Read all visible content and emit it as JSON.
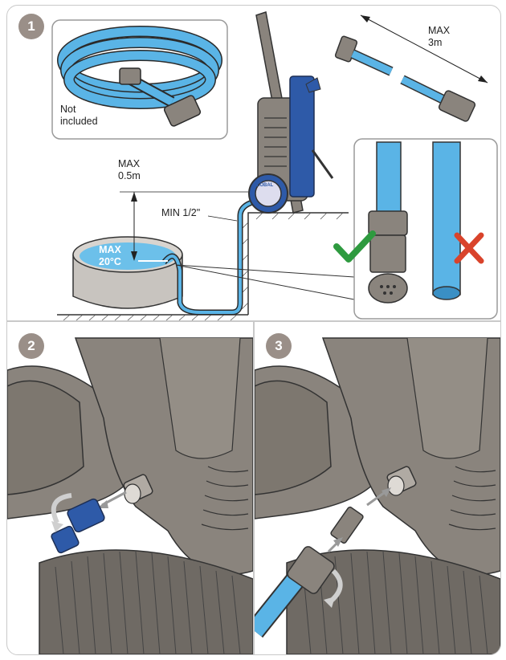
{
  "steps": [
    "1",
    "2",
    "3"
  ],
  "panel1": {
    "hose_note_line1": "Not",
    "hose_note_line2": "included",
    "max_height_line1": "MAX",
    "max_height_line2": "0.5m",
    "min_diameter": "MIN 1/2\"",
    "max_temp_line1": "MAX",
    "max_temp_line2": "20°C",
    "max_length_line1": "MAX",
    "max_length_line2": "3m",
    "brand_mark": "GLOBAL"
  },
  "icons": {
    "correct": "check-mark-icon",
    "incorrect": "cross-mark-icon"
  },
  "colors": {
    "hose_blue": "#5ab4e6",
    "machine_body": "#8a847d",
    "check_green": "#2e9a3f",
    "cross_red": "#d9432b",
    "badge_grey": "#9a8f88"
  }
}
